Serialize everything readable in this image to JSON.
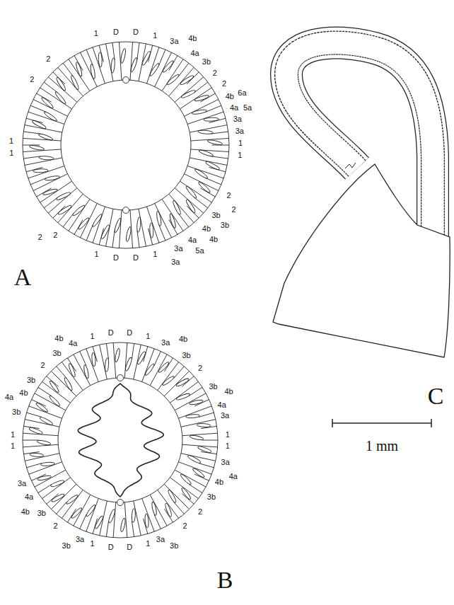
{
  "diagram": {
    "labels": [
      "1",
      "D",
      "D",
      "1",
      "3a",
      "4b",
      "4a",
      "3b",
      "2",
      "2",
      "4b",
      "6a",
      "5a",
      "4a",
      "3a",
      "3a",
      "1",
      "1",
      "2",
      "2",
      "3b",
      "3b",
      "4b",
      "4b",
      "4a",
      "5a",
      "3a",
      "3a",
      "1",
      "D",
      "D",
      "1",
      "2",
      "2",
      "1",
      "1",
      "2",
      "2",
      "1",
      "D",
      "D",
      "1",
      "3a",
      "4b",
      "3b",
      "2",
      "3b",
      "4b",
      "4a",
      "3a",
      "1",
      "1",
      "3a",
      "4a",
      "4b",
      "3b",
      "2",
      "2",
      "3b",
      "3a",
      "1",
      "D",
      "D",
      "1",
      "3a",
      "3b",
      "2",
      "3b",
      "4b",
      "4a",
      "3a",
      "1",
      "1",
      "3b",
      "4a",
      "4b",
      "3b",
      "2",
      "3b",
      "4b",
      "4a",
      "A",
      "B",
      "C",
      "1 mm"
    ]
  }
}
